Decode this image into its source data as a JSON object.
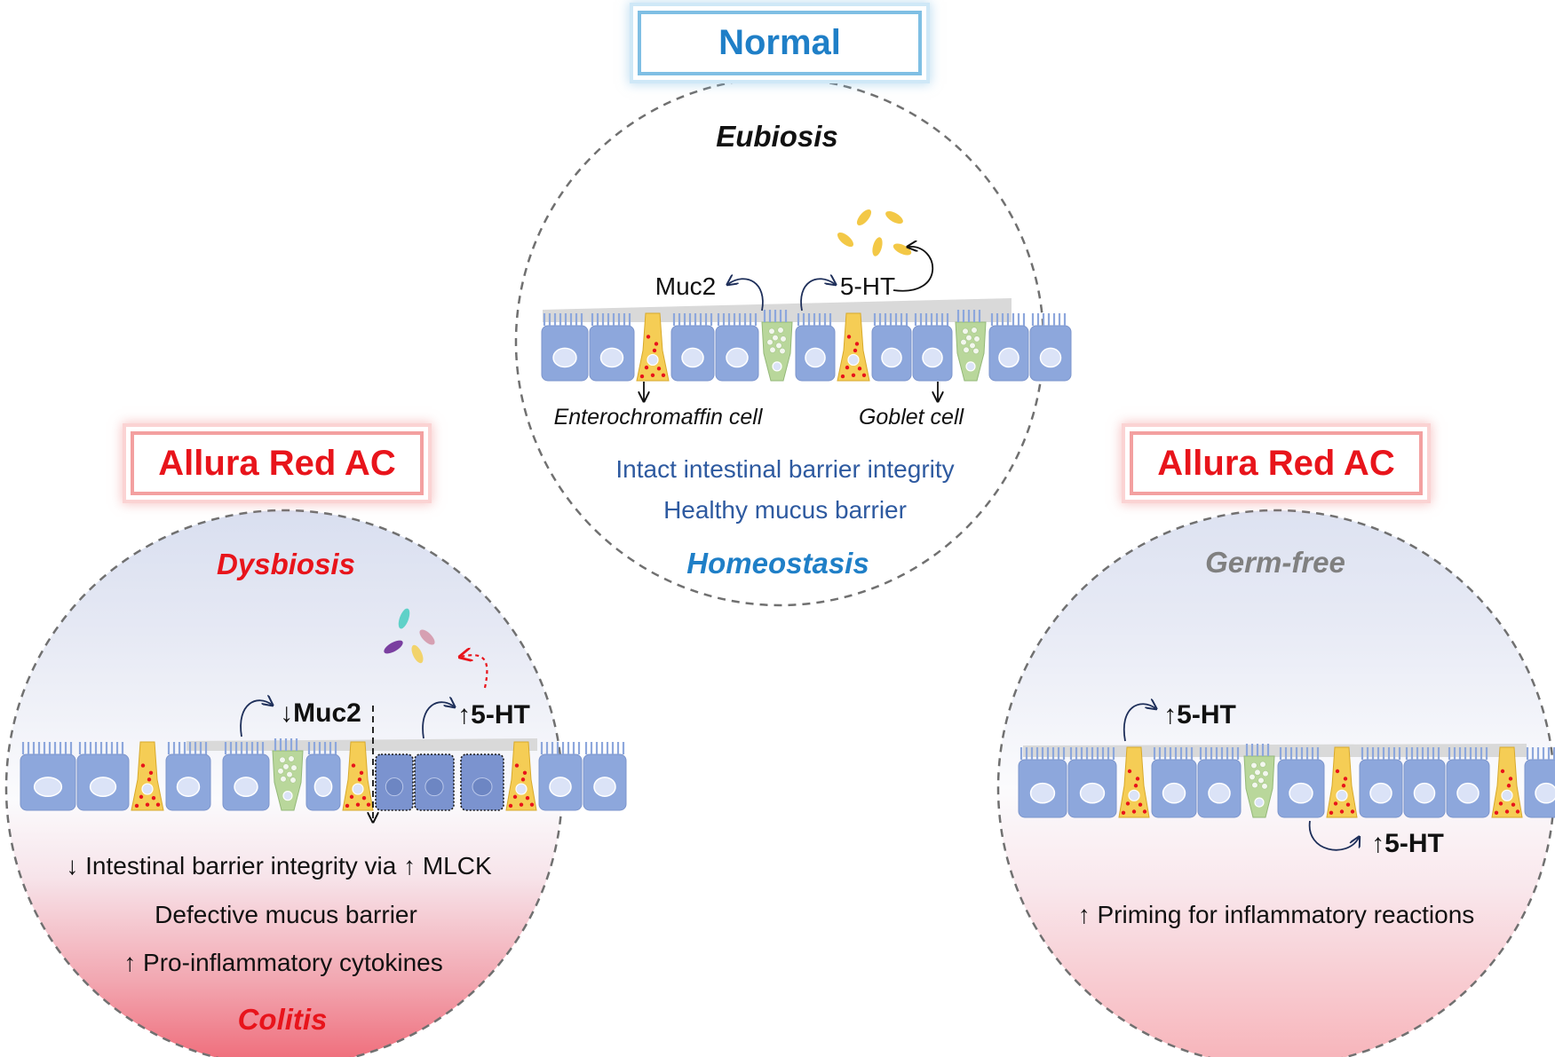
{
  "normal": {
    "title": "Normal",
    "state": "Eubiosis",
    "muc2_label": "Muc2",
    "serotonin_label": "5-HT",
    "ec_cell_label": "Enterochromaffin cell",
    "goblet_cell_label": "Goblet cell",
    "effect1": "Intact intestinal barrier integrity",
    "effect2": "Healthy mucus barrier",
    "outcome": "Homeostasis"
  },
  "dysbiosis_panel": {
    "title": "Allura Red AC",
    "state": "Dysbiosis",
    "muc2_label": "↓Muc2",
    "serotonin_label": "↑5-HT",
    "effect1": "↓ Intestinal barrier integrity via ↑ MLCK",
    "effect2": "Defective mucus barrier",
    "effect3": "↑ Pro-inflammatory cytokines",
    "outcome": "Colitis"
  },
  "germfree_panel": {
    "title": "Allura Red AC",
    "state": "Germ-free",
    "serotonin_label_top": "↑5-HT",
    "serotonin_label_bottom": "↑5-HT",
    "effect1": "↑ Priming for inflammatory reactions"
  },
  "colors": {
    "normal_title": "#1f7fc7",
    "treatment_title": "#e8141b",
    "effect_blue": "#2e5aa0",
    "germfree_gray": "#808080",
    "epithelial_cell": "#8da7dc",
    "ec_cell": "#f5cd55",
    "goblet_cell": "#b9d79b"
  }
}
